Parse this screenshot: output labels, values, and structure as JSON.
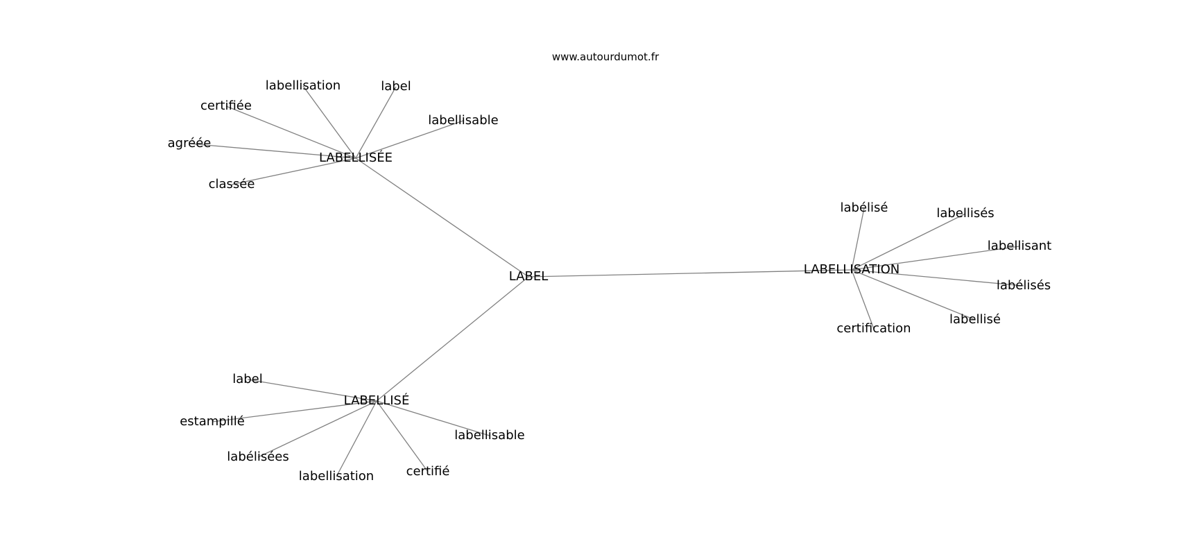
{
  "credit": "www.autourdumot.fr",
  "center": "LABEL",
  "clusters": [
    {
      "hub": "LABELLISÉE",
      "words": [
        "labellisation",
        "label",
        "certifiée",
        "labellisable",
        "agréée",
        "classée"
      ]
    },
    {
      "hub": "LABELLISATION",
      "words": [
        "labélisé",
        "labellisés",
        "labellisant",
        "labélisés",
        "labellisé",
        "certification"
      ]
    },
    {
      "hub": "LABELLISÉ",
      "words": [
        "label",
        "estampillé",
        "labellisable",
        "labélisées",
        "labellisation",
        "certifié"
      ]
    }
  ],
  "colors": {
    "edge": "#808080",
    "text": "#000000",
    "background": "#ffffff"
  }
}
